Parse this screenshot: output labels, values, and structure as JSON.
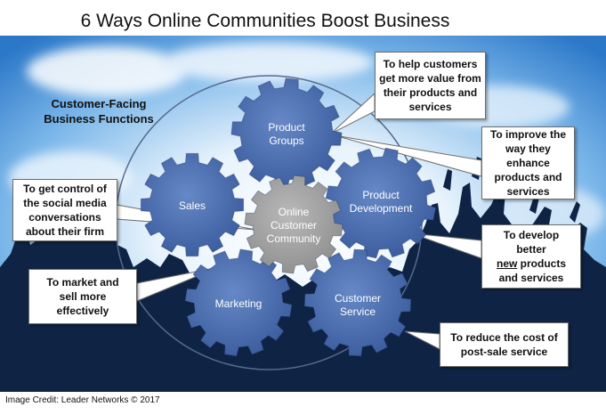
{
  "title": "6 Ways Online Communities Boost Business",
  "section_title_line1": "Customer-Facing",
  "section_title_line2": "Business Functions",
  "gears": {
    "product_groups": [
      "Product",
      "Groups"
    ],
    "product_development": [
      "Product",
      "Development"
    ],
    "sales": [
      "Sales"
    ],
    "marketing": [
      "Marketing"
    ],
    "customer_service": [
      "Customer",
      "Service"
    ],
    "center": [
      "Online",
      "Customer",
      "Community"
    ]
  },
  "callouts": {
    "value": [
      "To help customers",
      "get more value from",
      "their products and",
      "services"
    ],
    "improve": [
      "To improve the",
      "way they",
      "enhance",
      "products and",
      "services"
    ],
    "control": [
      "To get control of",
      "the social media",
      "conversations",
      "about their firm"
    ],
    "develop": [
      "To develop",
      "better"
    ],
    "develop_new": "new",
    "develop_rest": [
      "products",
      "and services"
    ],
    "market": [
      "To market and",
      "sell more",
      "effectively"
    ],
    "reduce": [
      "To reduce the cost of",
      "post-sale service"
    ]
  },
  "credit": "Image Credit: Leader Networks © 2017",
  "colors": {
    "gear_blue": "#4a6cad",
    "gear_center": "#a3a3a3",
    "sky_blue": "#2f7fd0",
    "crowd": "#0f2445"
  }
}
